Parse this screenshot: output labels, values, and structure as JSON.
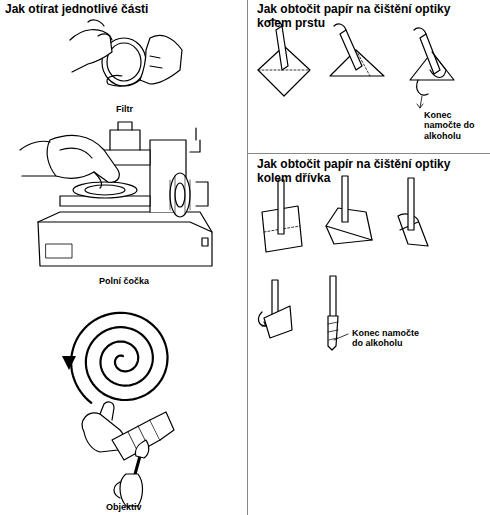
{
  "diagram": {
    "labels": [
      "Jak otírat jednotlivé části",
      "Jak obtočit papír na čištění optiky kolem prstu",
      "Jak obtočit papír na čištění optiky kolem dřívka",
      "Filtr",
      "Polní čočka",
      "Objektiv",
      "Konec namočte do alkoholu",
      "Konec namočte do alkoholu"
    ]
  }
}
